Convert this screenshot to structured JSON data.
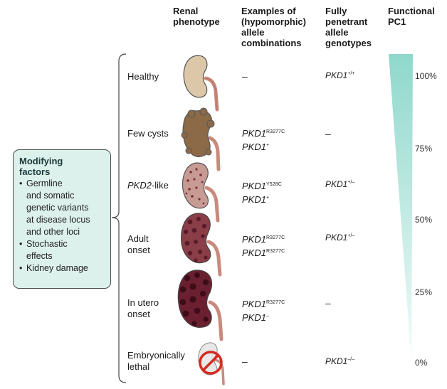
{
  "headers": {
    "renal_phenotype": [
      "Renal",
      "phenotype"
    ],
    "examples": [
      "Examples of",
      "(hypomorphic)",
      "allele",
      "combinations"
    ],
    "fully_penetrant": [
      "Fully",
      "penetrant",
      "allele",
      "genotypes"
    ],
    "functional": [
      "Functional",
      "PC1"
    ]
  },
  "modifying_factors": {
    "title": [
      "Modifying",
      "factors"
    ],
    "items": [
      [
        "Germline",
        "and somatic",
        "genetic variants",
        "at disease locus",
        "and other loci"
      ],
      [
        "Stochastic",
        "effects"
      ],
      [
        "Kidney damage"
      ]
    ]
  },
  "rows": [
    {
      "label": [
        "Healthy"
      ],
      "label_italic_prefix": "",
      "alleles": [],
      "allele_dash": "–",
      "genotype": {
        "base": "PKD1",
        "sup": "+/+"
      },
      "genotype_dash": ""
    },
    {
      "label": [
        "Few cysts"
      ],
      "label_italic_prefix": "",
      "alleles": [
        {
          "base": "PKD1",
          "sup": "R3277C"
        },
        {
          "base": "PKD1",
          "sup": "+"
        }
      ],
      "allele_dash": "",
      "genotype": null,
      "genotype_dash": "–"
    },
    {
      "label": [
        "-like"
      ],
      "label_italic_prefix": "PKD2",
      "alleles": [
        {
          "base": "PKD1",
          "sup": "Y528C"
        },
        {
          "base": "PKD1",
          "sup": "+"
        }
      ],
      "allele_dash": "",
      "genotype": {
        "base": "PKD1",
        "sup": "+/–"
      },
      "genotype_dash": ""
    },
    {
      "label": [
        "Adult",
        "onset"
      ],
      "label_italic_prefix": "",
      "alleles": [
        {
          "base": "PKD1",
          "sup": "R3277C"
        },
        {
          "base": "PKD1",
          "sup": "R3277C"
        }
      ],
      "allele_dash": "",
      "genotype": {
        "base": "PKD1",
        "sup": "+/–"
      },
      "genotype_dash": ""
    },
    {
      "label": [
        "In utero",
        "onset"
      ],
      "label_italic_prefix": "",
      "alleles": [
        {
          "base": "PKD1",
          "sup": "R3277C"
        },
        {
          "base": "PKD1",
          "sup": "–"
        }
      ],
      "allele_dash": "",
      "genotype": null,
      "genotype_dash": "–"
    },
    {
      "label": [
        "Embryonically",
        "lethal"
      ],
      "label_italic_prefix": "",
      "alleles": [],
      "allele_dash": "–",
      "genotype": {
        "base": "PKD1",
        "sup": "–/–"
      },
      "genotype_dash": ""
    }
  ],
  "percent_labels": [
    "100%",
    "75%",
    "50%",
    "25%",
    "0%"
  ],
  "colors": {
    "gradient_top": "#8fd8cc",
    "gradient_bottom": "#f2fbf9",
    "box_fill": "#dcf0ec",
    "healthy": "#dcc7a9",
    "few_cysts": "#8c6a48",
    "pkd2_like": "#c79a94",
    "adult_onset": "#8a3e48",
    "in_utero": "#6a2030",
    "cyst": "#5a1a28",
    "ureter": "#c98a7e",
    "no_symbol": "#d62b20"
  }
}
